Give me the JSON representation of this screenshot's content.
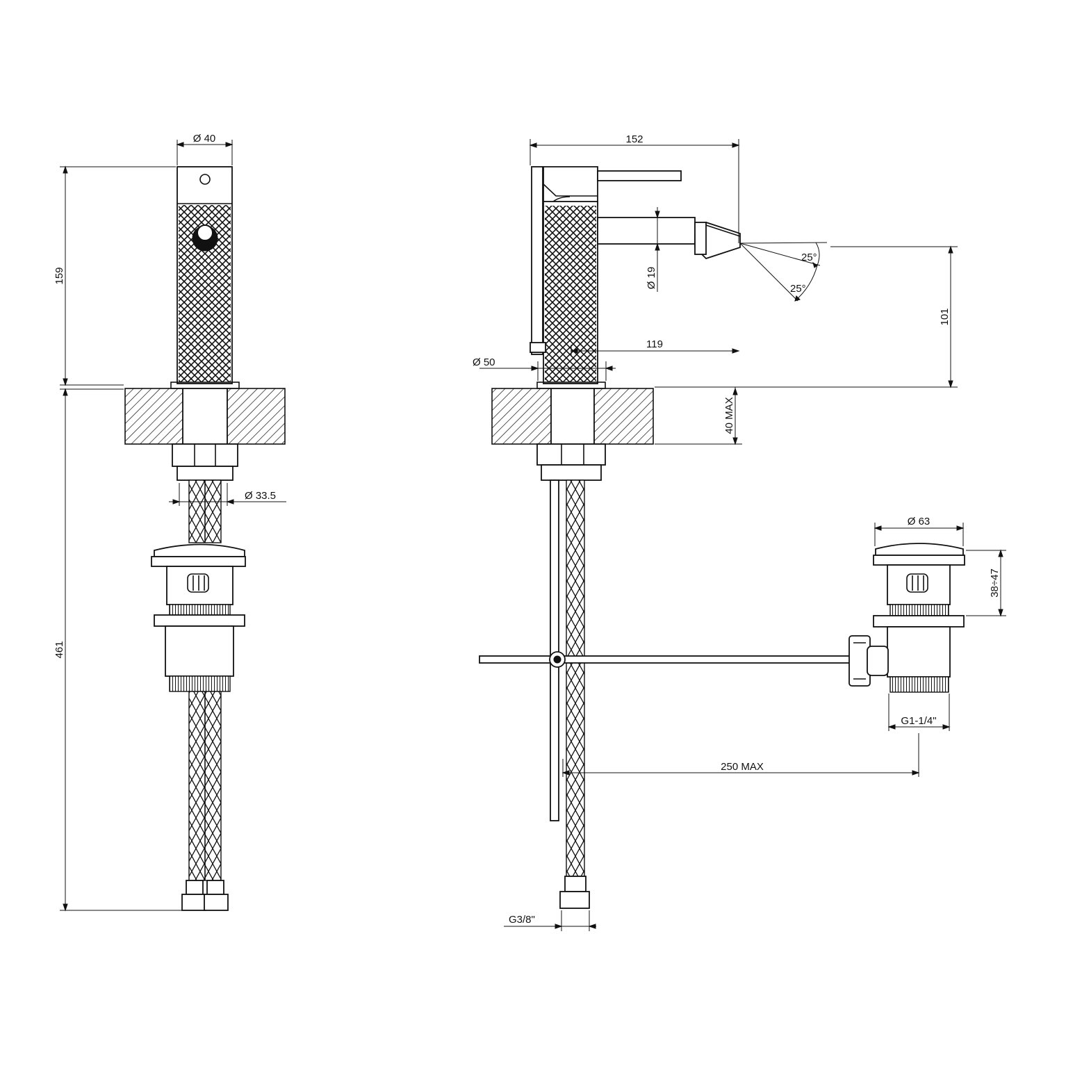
{
  "drawing": {
    "front_view": {
      "dia_body": "Ø 40",
      "height_upper": "159",
      "height_lower": "461",
      "dia_shank": "Ø 33.5"
    },
    "side_view": {
      "width_overall": "152",
      "dia_spout": "Ø 19",
      "spout_reach": "119",
      "dia_base": "Ø 50",
      "spray_angle_upper": "25°",
      "spray_angle_lower": "25°",
      "spout_height": "101",
      "deck_max": "40 MAX",
      "waste_dia": "Ø 63",
      "waste_range": "38÷47",
      "waste_thread": "G1-1/4\"",
      "waste_distance": "250 MAX",
      "hose_thread": "G3/8\""
    }
  }
}
